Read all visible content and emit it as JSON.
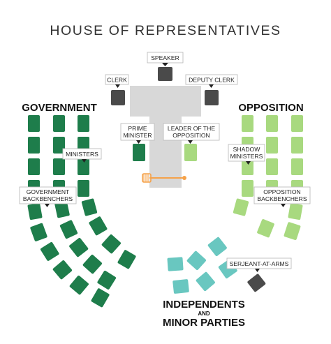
{
  "title": "HOUSE OF REPRESENTATIVES",
  "groups": {
    "government": "GOVERNMENT",
    "opposition": "OPPOSITION",
    "crossbench_line1": "INDEPENDENTS",
    "crossbench_line2": "AND",
    "crossbench_line3": "MINOR PARTIES"
  },
  "labels": {
    "speaker": "SPEAKER",
    "clerk": "CLERK",
    "deputy_clerk": "DEPUTY CLERK",
    "prime_minister_1": "PRIME",
    "prime_minister_2": "MINISTER",
    "leader_opposition_1": "LEADER OF THE",
    "leader_opposition_2": "OPPOSITION",
    "ministers": "MINISTERS",
    "shadow_ministers_1": "SHADOW",
    "shadow_ministers_2": "MINISTERS",
    "gov_backbenchers_1": "GOVERNMENT",
    "gov_backbenchers_2": "BACKBENCHERS",
    "opp_backbenchers_1": "OPPOSITION",
    "opp_backbenchers_2": "BACKBENCHERS",
    "serjeant": "SERJEANT-AT-ARMS"
  },
  "colors": {
    "government": "#1e7d4b",
    "opposition": "#a8d97f",
    "crossbench": "#69c7c0",
    "officials": "#4a4a4a",
    "table": "#d8d8d8",
    "mace": "#f5a24a"
  },
  "icons": {
    "mace": "mace-icon"
  }
}
